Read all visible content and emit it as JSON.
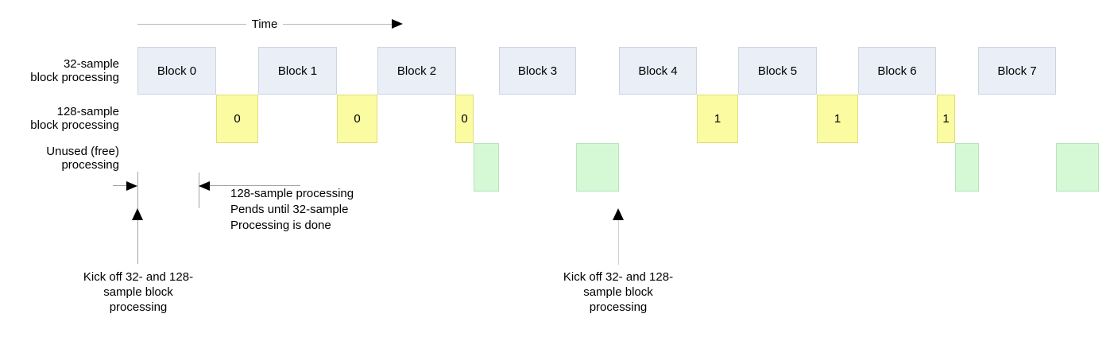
{
  "diagram": {
    "time_label": "Time",
    "row_labels": [
      {
        "line1": "32-sample",
        "line2": "block processing"
      },
      {
        "line1": "128-sample",
        "line2": "block processing"
      },
      {
        "line1": "Unused (free)",
        "line2": "processing"
      }
    ],
    "blocks_32_sample": [
      "Block 0",
      "Block 1",
      "Block 2",
      "Block 3",
      "Block 4",
      "Block 5",
      "Block 6",
      "Block 7"
    ],
    "blocks_128_sample": [
      "0",
      "0",
      "0",
      "1",
      "1",
      "1"
    ],
    "annotations": {
      "pend_note": [
        "128-sample processing",
        "Pends until 32-sample",
        "Processing is done"
      ],
      "kickoff_note": [
        "Kick off 32- and 128-",
        "sample block",
        "processing"
      ]
    },
    "colors": {
      "block32-fill": "#e9eef7",
      "block32-border": "#ccd4e3",
      "block128-fill": "#fbfba1",
      "block128-border": "#dedc7e",
      "free-fill": "#d5f8d5",
      "free-border": "#b9e3bd",
      "axis-line": "#b8b8b8",
      "dim-line": "#a3a3a3",
      "arrow-shaft": "#d0d0d0",
      "arrowhead": "#000000"
    }
  }
}
